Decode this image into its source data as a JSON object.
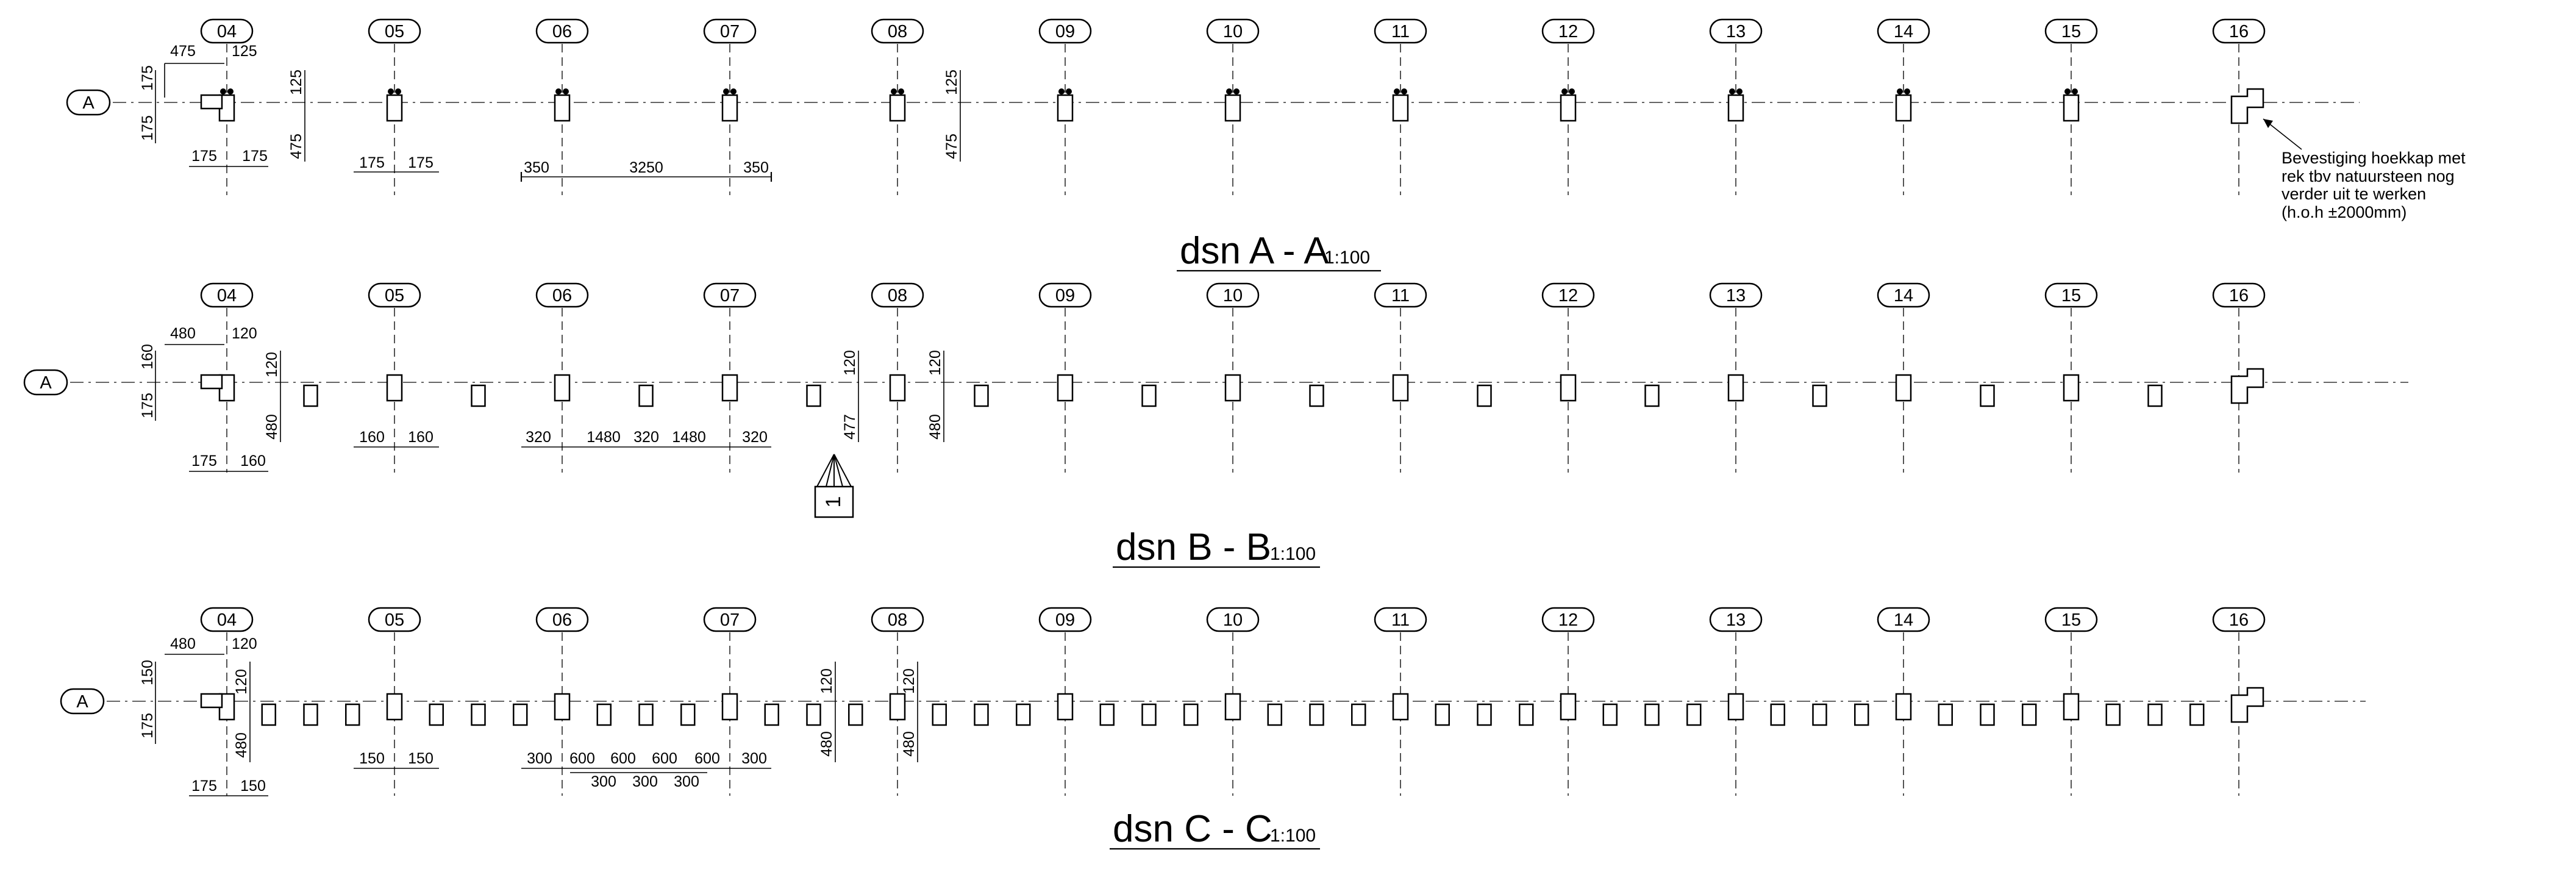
{
  "columns": [
    "04",
    "05",
    "06",
    "07",
    "08",
    "09",
    "10",
    "11",
    "12",
    "13",
    "14",
    "15",
    "16"
  ],
  "sections": [
    {
      "id": "A",
      "axis_label": "A",
      "title": "dsn A - A",
      "scale": "1:100",
      "first_col_dims": {
        "top_width": "475",
        "top_right": "125",
        "left_upper": "175",
        "left_lower": "175",
        "right_upper": "125",
        "right_lower": "475",
        "bottom_left": "175",
        "bottom_right": "175"
      },
      "col05_dims": [
        "175",
        "175"
      ],
      "span_dims": [
        "350",
        "3250",
        "350"
      ],
      "col08_dims": {
        "upper": "125",
        "lower": "475"
      },
      "note": [
        "Bevestiging hoekkap met",
        "rek tbv natuursteen nog",
        "verder uit te werken",
        "(h.o.h ±2000mm)"
      ]
    },
    {
      "id": "B",
      "axis_label": "A",
      "title": "dsn B - B",
      "scale": "1:100",
      "first_col_dims": {
        "top_width": "480",
        "top_right": "120",
        "left_upper": "160",
        "left_lower": "175",
        "right_upper": "120",
        "right_lower": "480",
        "bottom_left": "175",
        "bottom_right": "160"
      },
      "col05_dims": [
        "160",
        "160"
      ],
      "span_dims": [
        "320",
        "1480",
        "320",
        "1480",
        "320"
      ],
      "mid_dims": {
        "upper": "120",
        "lower": "477"
      },
      "col08_dims": {
        "upper": "120",
        "lower": "480"
      },
      "detail_marker": "1"
    },
    {
      "id": "C",
      "axis_label": "A",
      "title": "dsn C - C",
      "scale": "1:100",
      "first_col_dims": {
        "top_width": "480",
        "top_right": "120",
        "left_upper": "150",
        "left_lower": "175",
        "right_upper": "120",
        "right_lower": "480",
        "bottom_left": "175",
        "bottom_right": "150"
      },
      "col05_dims": [
        "150",
        "150"
      ],
      "span_dims_top": [
        "300",
        "600",
        "600",
        "600",
        "600",
        "300"
      ],
      "span_dims_bottom": [
        "300",
        "300",
        "300"
      ],
      "mid_dims": {
        "upper": "120",
        "lower": "480"
      },
      "col08_dims": {
        "upper": "120",
        "lower": "480"
      }
    }
  ]
}
